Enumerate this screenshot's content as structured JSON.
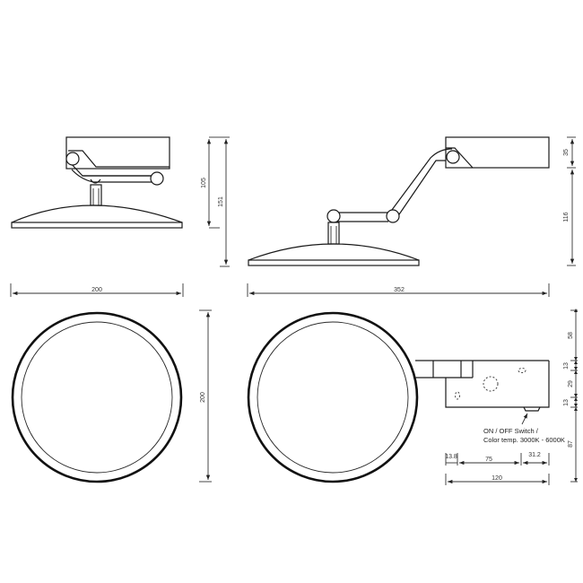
{
  "drawing": {
    "title": "Desk lamp dimension drawing",
    "colors": {
      "line": "#1a1a1a",
      "dimension": "#333333",
      "background": "#ffffff"
    },
    "views": {
      "front_side": {
        "width": "200",
        "height_head_to_base": "105",
        "height_total": "151"
      },
      "extended_side": {
        "width": "352",
        "head_height": "35",
        "arm_height": "116"
      },
      "top_round": {
        "diameter": "200"
      },
      "top_extended": {
        "vertical_dims": [
          "58",
          "13",
          "29",
          "13",
          "87"
        ],
        "horizontal_dims": [
          "13.8",
          "75",
          "31.2"
        ],
        "total_width": "120",
        "callout_line1": "ON / OFF Switch /",
        "callout_line2": "Color temp. 3000K - 6000K"
      }
    }
  }
}
